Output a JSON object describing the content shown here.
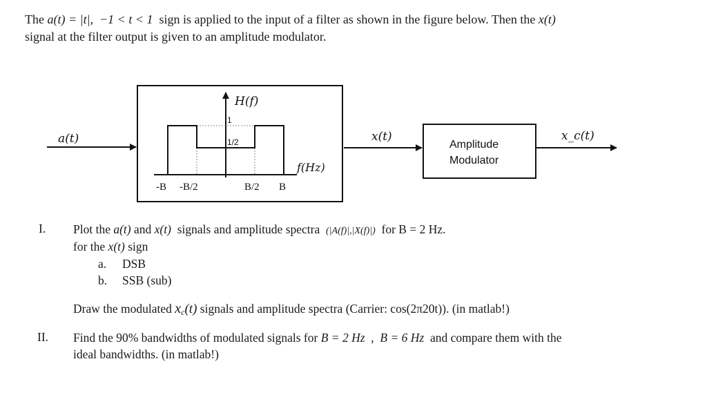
{
  "intro": {
    "line1_prefix": "The",
    "a_def": "a(t) = |t|,",
    "range": "−1 < t < 1",
    "line1_mid": "sign is applied to the input of a filter as shown in the figure below. Then the",
    "x_sym": "x(t)",
    "line2": "signal at the filter output is given to an amplitude modulator."
  },
  "diagram": {
    "input_label": "a(t)",
    "h_label": "H(f)",
    "level_high": "1",
    "level_low": "1/2",
    "freq_axis_label": "f(Hz)",
    "ticks": [
      "-B",
      "-B/2",
      "B/2",
      "B"
    ],
    "x_label": "x(t)",
    "modulator_line1": "Amplitude",
    "modulator_line2": "Modulator",
    "output_label": "x_c(t)"
  },
  "items": {
    "i": {
      "numeral": "I.",
      "line1_prefix": "Plot the",
      "a_sym": "a(t)",
      "and_word": "and",
      "x_sym": "x(t)",
      "line1_mid": "signals and amplitude spectra",
      "spectra_sym": "(|A(f)|,|X(f)|)",
      "line1_suffix": "for B = 2 Hz.",
      "line2_prefix": "for the",
      "line2_x": "x(t)",
      "line2_suffix": "sign",
      "sub_a_letter": "a.",
      "sub_a_text": "DSB",
      "sub_b_letter": "b.",
      "sub_b_text": "SSB (sub)",
      "draw_prefix": "Draw the modulated",
      "draw_sym": "x",
      "draw_sub": "c",
      "draw_arg": "(t)",
      "draw_suffix": "signals and amplitude spectra (Carrier: cos(2π20t)). (in matlab!)"
    },
    "ii": {
      "numeral": "II.",
      "line1_prefix": "Find the 90% bandwidths of modulated signals for",
      "b1": "B = 2 Hz",
      "sep": ",",
      "b2": "B = 6 Hz",
      "line1_suffix": "and compare them with the",
      "line2": "ideal bandwidths. (in matlab!)"
    }
  }
}
